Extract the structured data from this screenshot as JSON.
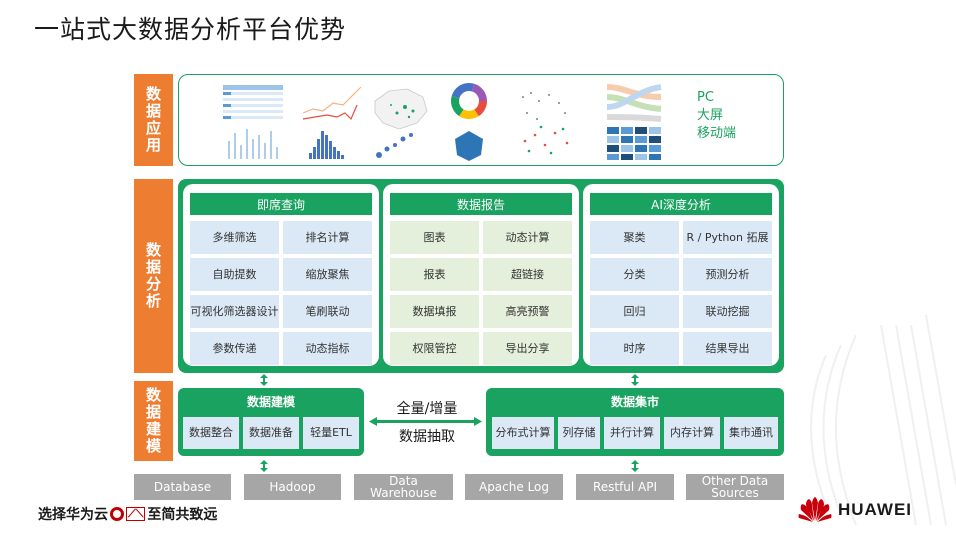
{
  "title": "一站式大数据分析平台优势",
  "layers": {
    "application": "数据应用",
    "analysis": "数据分析",
    "modeling": "数据建模"
  },
  "devices": [
    "PC",
    "大屏",
    "移动端"
  ],
  "panels": [
    {
      "head": "即席查询",
      "cells": [
        "多维筛选",
        "排名计算",
        "自助提数",
        "缩放聚焦",
        "可视化筛选器设计",
        "笔刷联动",
        "参数传递",
        "动态指标"
      ]
    },
    {
      "head": "数据报告",
      "cells": [
        "图表",
        "动态计算",
        "报表",
        "超链接",
        "数据填报",
        "高亮预警",
        "权限管控",
        "导出分享"
      ]
    },
    {
      "head": "AI深度分析",
      "cells": [
        "聚类",
        "R / Python 拓展",
        "分类",
        "预测分析",
        "回归",
        "联动挖掘",
        "时序",
        "结果导出"
      ]
    }
  ],
  "modeling": {
    "head": "数据建模",
    "items": [
      "数据整合",
      "数据准备",
      "轻量ETL"
    ]
  },
  "middle": {
    "top": "全量/增量",
    "bottom": "数据抽取"
  },
  "mart": {
    "head": "数据集市",
    "items": [
      "分布式计算",
      "列存储",
      "并行计算",
      "内存计算",
      "集市通讯"
    ]
  },
  "sources": [
    "Database",
    "Hadoop",
    "Data Warehouse",
    "Apache Log",
    "Restful API",
    "Other Data Sources"
  ],
  "slogan": {
    "left": "选择华为云",
    "right": "至简共致远"
  },
  "brand": "HUAWEI",
  "colors": {
    "accent_green": "#1aa260",
    "accent_orange": "#ed7d31",
    "source_gray": "#a6a6a6",
    "cell_blue": "#dbe8f5",
    "cell_green": "#e4efdc",
    "brand_red": "#c7000b"
  }
}
